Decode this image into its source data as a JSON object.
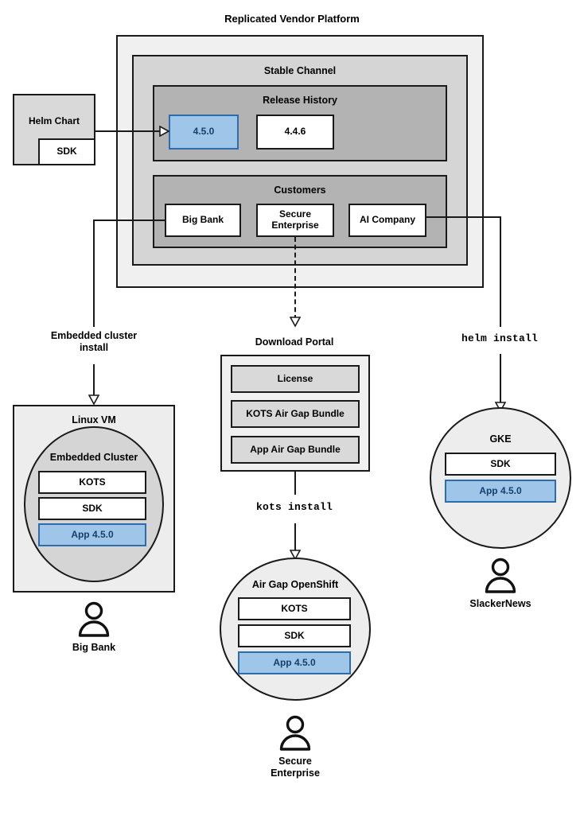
{
  "diagram": {
    "title": "Replicated Vendor Platform",
    "platform": {
      "stable_channel": {
        "label": "Stable Channel",
        "release_history": {
          "label": "Release History",
          "releases": [
            {
              "version": "4.5.0",
              "highlighted": true
            },
            {
              "version": "4.4.6",
              "highlighted": false
            }
          ]
        },
        "customers": {
          "label": "Customers",
          "items": [
            {
              "name": "Big Bank"
            },
            {
              "name": "Secure Enterprise"
            },
            {
              "name": "AI Company"
            }
          ]
        }
      }
    },
    "helm_chart": {
      "label": "Helm Chart",
      "sdk_label": "SDK"
    },
    "connectors": [
      {
        "id": "embedded-cluster-install",
        "label": "Embedded cluster\ninstall",
        "style": "solid",
        "mono": false
      },
      {
        "id": "download-portal-link",
        "label": "",
        "style": "dashed",
        "mono": false
      },
      {
        "id": "helm-install",
        "label": "helm install",
        "style": "solid",
        "mono": true
      },
      {
        "id": "kots-install",
        "label": "kots install",
        "style": "solid",
        "mono": true
      }
    ],
    "connector_labels": {
      "embedded_cluster_install_line1": "Embedded cluster",
      "embedded_cluster_install_line2": "install",
      "helm_install": "helm install",
      "kots_install": "kots install"
    },
    "linux_vm": {
      "label": "Linux VM",
      "embedded_cluster": {
        "label": "Embedded Cluster",
        "components": [
          {
            "label": "KOTS",
            "highlighted": false
          },
          {
            "label": "SDK",
            "highlighted": false
          },
          {
            "label": "App 4.5.0",
            "highlighted": true
          }
        ]
      },
      "actor": "Big Bank"
    },
    "download_portal": {
      "label": "Download Portal",
      "items": [
        {
          "label": "License"
        },
        {
          "label": "KOTS Air Gap Bundle"
        },
        {
          "label": "App Air Gap Bundle"
        }
      ]
    },
    "airgap_openshift": {
      "label": "Air Gap OpenShift",
      "components": [
        {
          "label": "KOTS",
          "highlighted": false
        },
        {
          "label": "SDK",
          "highlighted": false
        },
        {
          "label": "App 4.5.0",
          "highlighted": true
        }
      ],
      "actor_line1": "Secure",
      "actor_line2": "Enterprise"
    },
    "gke": {
      "label": "GKE",
      "components": [
        {
          "label": "SDK",
          "highlighted": false
        },
        {
          "label": "App 4.5.0",
          "highlighted": true
        }
      ],
      "actor": "SlackerNews"
    },
    "colors": {
      "highlight_fill": "#9fc5e8",
      "highlight_border": "#2f6cab",
      "highlight_text": "#14406b",
      "stroke": "#1a1a1a",
      "platform_fill": "#f0f0f0",
      "channel_fill": "#d5d5d5",
      "section_fill": "#b3b3b3",
      "neutral_fill": "#d9d9d9",
      "circle_fill": "#ededed"
    }
  }
}
